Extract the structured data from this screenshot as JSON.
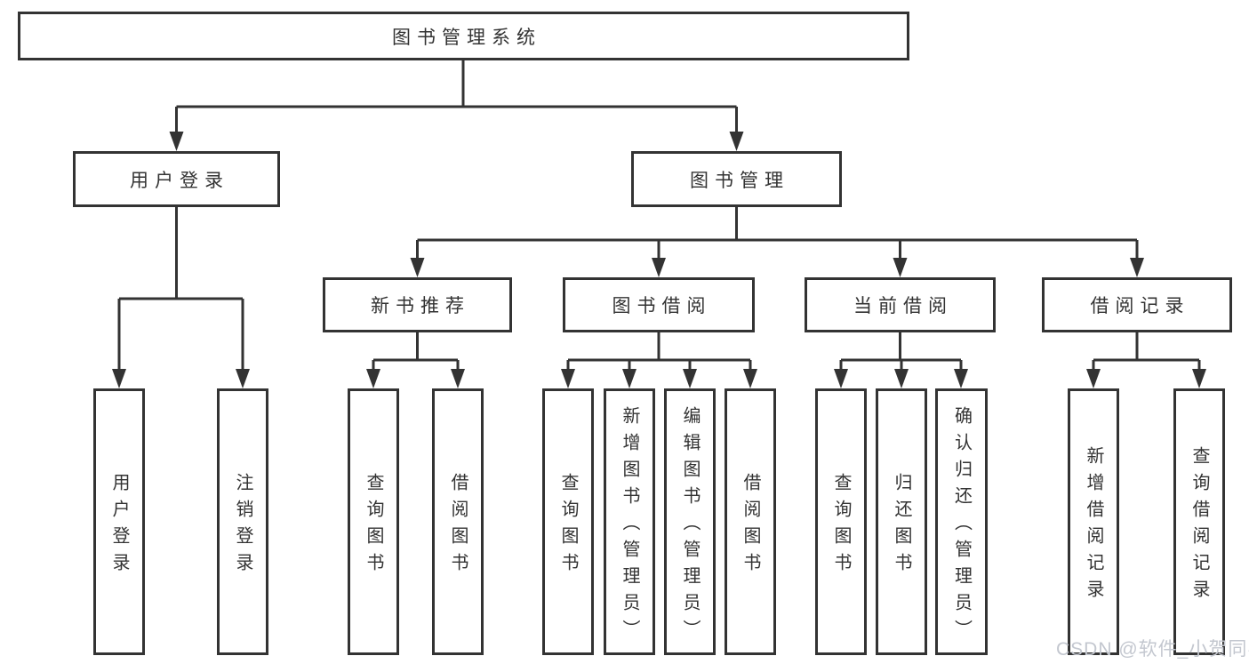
{
  "diagram": {
    "root": {
      "label": "图书管理系统"
    },
    "branches": {
      "user_login": {
        "label": "用户登录",
        "children": [
          "用户登录",
          "注销登录"
        ]
      },
      "book_management": {
        "label": "图书管理"
      }
    },
    "modules": [
      {
        "label": "新书推荐",
        "children": [
          "查询图书",
          "借阅图书"
        ]
      },
      {
        "label": "图书借阅",
        "children": [
          "查询图书",
          "新增图书（管理员）",
          "编辑图书（管理员）",
          "借阅图书"
        ]
      },
      {
        "label": "当前借阅",
        "children": [
          "查询图书",
          "归还图书",
          "确认归还（管理员）"
        ]
      },
      {
        "label": "借阅记录",
        "children": [
          "新增借阅记录",
          "查询借阅记录"
        ]
      }
    ]
  },
  "watermark": {
    "text": "CSDN @软件_小贺同学"
  },
  "colors": {
    "line": "#333333",
    "text": "#333333",
    "background": "#ffffff",
    "watermark": "#c3c7cf"
  }
}
